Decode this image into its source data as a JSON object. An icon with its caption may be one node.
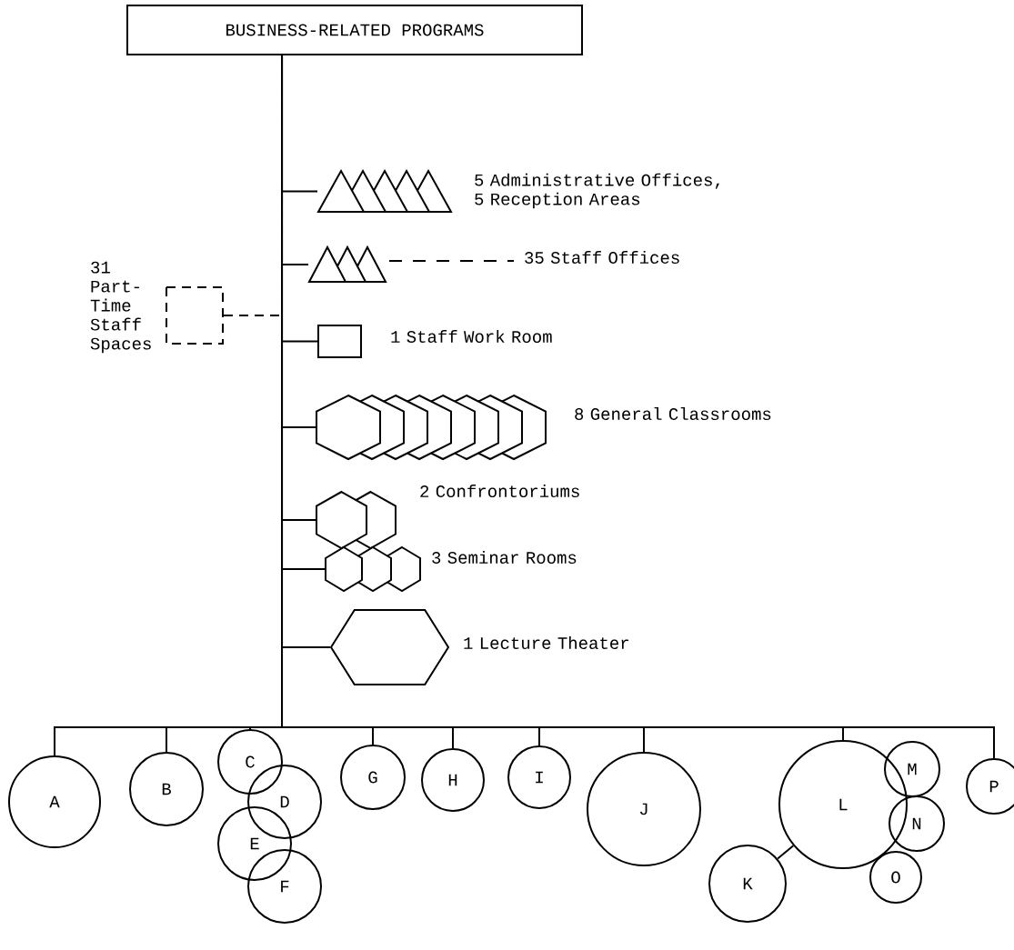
{
  "diagram": {
    "nodes": [
      {
        "text": [
          "BUSINESS-RELATED PROGRAMS"
        ]
      },
      {
        "text": [],
        "shape": "triangle",
        "beside": [
          "5 Administrative Offices, 5 Reception Areas"
        ]
      },
      {
        "text": [],
        "shape": "triangle",
        "beside": [
          "35 Staff Offices"
        ]
      },
      {
        "text": [],
        "shape": "box",
        "beside": [
          "31 Part-Time Staff Spaces"
        ]
      },
      {
        "text": [],
        "shape": "box",
        "beside": [
          "1 Staff Work Room"
        ]
      },
      {
        "text": [],
        "shape": "hexagon",
        "beside": [
          "8 General Classrooms"
        ]
      },
      {
        "text": [],
        "shape": "hexagon",
        "beside": [
          "2 Confrontoriums"
        ]
      },
      {
        "text": [],
        "shape": "hexagon",
        "beside": [
          "3 Seminar Rooms"
        ]
      },
      {
        "text": [],
        "shape": "hexagon",
        "beside": [
          "1 Lecture Theater"
        ]
      },
      {
        "text": [
          "A"
        ]
      },
      {
        "text": [
          "B"
        ]
      },
      {
        "text": [
          "C"
        ]
      },
      {
        "text": [
          "D"
        ]
      },
      {
        "text": [
          "E"
        ]
      },
      {
        "text": [
          "F"
        ]
      },
      {
        "text": [
          "G"
        ]
      },
      {
        "text": [
          "H"
        ]
      },
      {
        "text": [
          "I"
        ]
      },
      {
        "text": [
          "J"
        ]
      },
      {
        "text": [
          "K"
        ]
      },
      {
        "text": [
          "L"
        ]
      },
      {
        "text": [
          "M"
        ]
      },
      {
        "text": [
          "N"
        ]
      },
      {
        "text": [
          "O"
        ]
      },
      {
        "text": [
          "P"
        ]
      }
    ],
    "edges": [
      {
        "from": 0,
        "to": 1,
        "arrow": "none"
      },
      {
        "from": 0,
        "to": 2,
        "arrow": "none"
      },
      {
        "from": 0,
        "to": 3,
        "arrow": "none",
        "style": "dashed"
      },
      {
        "from": 0,
        "to": 4,
        "arrow": "none"
      },
      {
        "from": 0,
        "to": 5,
        "arrow": "none"
      },
      {
        "from": 0,
        "to": 6,
        "arrow": "none"
      },
      {
        "from": 0,
        "to": 7,
        "arrow": "none"
      },
      {
        "from": 0,
        "to": 8,
        "arrow": "none"
      },
      {
        "from": 0,
        "to": 9,
        "arrow": "none"
      },
      {
        "from": 0,
        "to": 10,
        "arrow": "none"
      },
      {
        "from": 0,
        "to": 11,
        "arrow": "none"
      },
      {
        "from": 0,
        "to": 15,
        "arrow": "none"
      },
      {
        "from": 0,
        "to": 16,
        "arrow": "none"
      },
      {
        "from": 0,
        "to": 17,
        "arrow": "none"
      },
      {
        "from": 0,
        "to": 18,
        "arrow": "none"
      },
      {
        "from": 0,
        "to": 20,
        "arrow": "none"
      },
      {
        "from": 0,
        "to": 24,
        "arrow": "none"
      },
      {
        "from": 20,
        "to": 19,
        "arrow": "none"
      }
    ]
  }
}
